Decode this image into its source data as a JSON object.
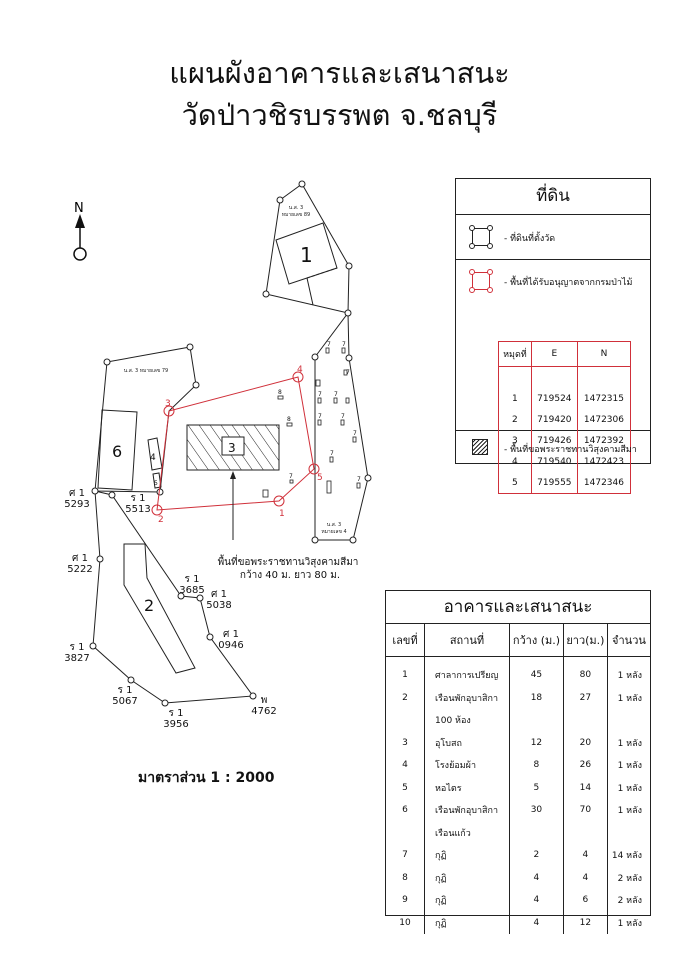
{
  "title": {
    "line1": "แผนผังอาคารและเสนาสนะ",
    "line2": "วัดป่าวชิรบรรพต จ.ชลบุรี"
  },
  "north_label": "N",
  "map": {
    "parcel_labels": {
      "ns3_89_a": "น.ส. 3",
      "ns3_89_b": "หมายเลข 89",
      "ns3_79": "น.ส. 3 หมายเลข 79",
      "ns3_4_a": "น.ส. 3",
      "ns3_4_b": "หมายเลข 4"
    },
    "building_numbers": [
      "1",
      "2",
      "3",
      "4",
      "5",
      "6"
    ],
    "red_points": [
      "1",
      "2",
      "3",
      "4",
      "5"
    ],
    "markers": [
      {
        "a": "ศ 1",
        "b": "5293"
      },
      {
        "a": "ร 1",
        "b": "5513"
      },
      {
        "a": "ศ 1",
        "b": "5222"
      },
      {
        "a": "ร 1",
        "b": "3685"
      },
      {
        "a": "ศ 1",
        "b": "5038"
      },
      {
        "a": "ศ 1",
        "b": "0946"
      },
      {
        "a": "ร 1",
        "b": "3827"
      },
      {
        "a": "ร 1",
        "b": "5067"
      },
      {
        "a": "ร 1",
        "b": "3956"
      },
      {
        "a": "พ",
        "b": "4762"
      }
    ],
    "hut_labels": {
      "seven": "7",
      "eight": "8"
    },
    "sima_note": {
      "line1": "พื้นที่ขอพระราชทานวิสุงคามสีมา",
      "line2": "กว้าง 40 ม. ยาว 80 ม."
    },
    "scale": "มาตราส่วน 1 : 2000"
  },
  "legend": {
    "title": "ที่ดิน",
    "temple_land": "- ที่ดินที่ตั้งวัด",
    "forest_permit": "- พื้นที่ได้รับอนุญาตจากกรมป่าไม้",
    "coord_headers": [
      "หมุดที่",
      "E",
      "N"
    ],
    "coords": [
      [
        "1",
        "719524",
        "1472315"
      ],
      [
        "2",
        "719420",
        "1472306"
      ],
      [
        "3",
        "719426",
        "1472392"
      ],
      [
        "4",
        "719540",
        "1472423"
      ],
      [
        "5",
        "719555",
        "1472346"
      ]
    ],
    "sima_area": "- พื้นที่ขอพระราชทานวิสุงคามสีมา",
    "colors": {
      "red": "#d0303a",
      "black": "#222222"
    }
  },
  "buildings": {
    "title": "อาคารและเสนาสนะ",
    "headers": [
      "เลขที่",
      "สถานที่",
      "กว้าง (ม.)",
      "ยาว(ม.)",
      "จำนวน"
    ],
    "rows": [
      [
        "1",
        "ศาลาการเปรียญ",
        "45",
        "80",
        "1 หลัง"
      ],
      [
        "2",
        "เรือนพักอุบาสิกา",
        "18",
        "27",
        "1 หลัง"
      ],
      [
        "",
        "100 ห้อง",
        "",
        "",
        ""
      ],
      [
        "3",
        "อุโบสถ",
        "12",
        "20",
        "1 หลัง"
      ],
      [
        "4",
        "โรงย้อมผ้า",
        "8",
        "26",
        "1 หลัง"
      ],
      [
        "5",
        "หอไตร",
        "5",
        "14",
        "1 หลัง"
      ],
      [
        "6",
        "เรือนพักอุบาสิกา",
        "30",
        "70",
        "1 หลัง"
      ],
      [
        "",
        "เรือนแก้ว",
        "",
        "",
        ""
      ],
      [
        "7",
        "กุฏิ",
        "2",
        "4",
        "14 หลัง"
      ],
      [
        "8",
        "กุฏิ",
        "4",
        "4",
        "2 หลัง"
      ],
      [
        "9",
        "กุฏิ",
        "4",
        "6",
        "2 หลัง"
      ],
      [
        "10",
        "กุฏิ",
        "4",
        "12",
        "1 หลัง"
      ]
    ]
  }
}
